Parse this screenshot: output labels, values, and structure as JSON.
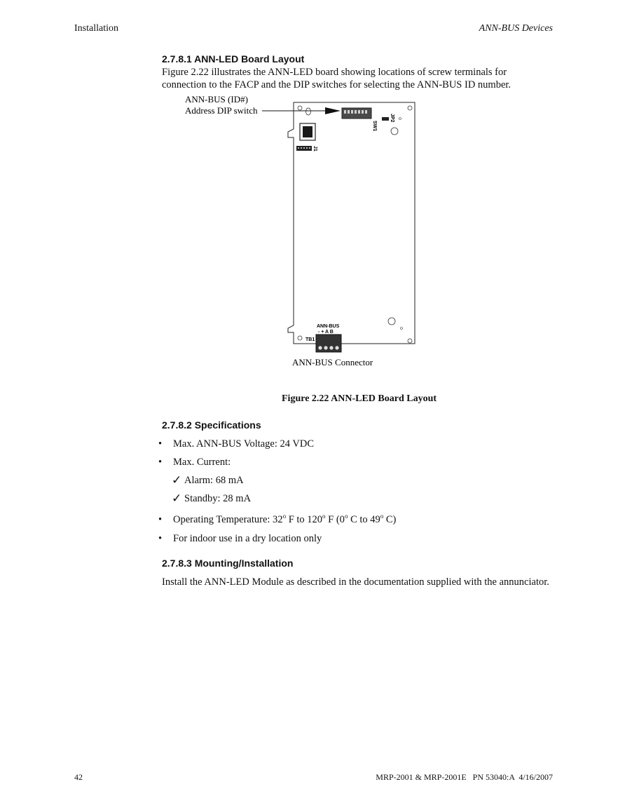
{
  "header": {
    "left": "Installation",
    "right": "ANN-BUS Devices"
  },
  "section_1": {
    "heading": "2.7.8.1 ANN-LED Board Layout",
    "para_line1": "Figure 2.22 illustrates the ANN-LED board showing locations of screw terminals for",
    "para_line2": "connection to the FACP and the DIP switches for selecting the ANN-BUS ID number."
  },
  "figure": {
    "callout_dip_line1": "ANN-BUS (ID#)",
    "callout_dip_line2": "Address DIP switch",
    "callout_connector": "ANN-BUS Connector",
    "board_labels": {
      "sw1": "SW1",
      "jp2": "JP2",
      "j1": "J1",
      "tb1": "TB1",
      "annbus": "ANN-BUS",
      "terminals": "-  +  A  B"
    },
    "caption": "Figure 2.22 ANN-LED Board Layout"
  },
  "section_2": {
    "heading": "2.7.8.2 Specifications",
    "bullet_mark": "•",
    "check_mark": "✓",
    "spec_voltage": "Max. ANN-BUS Voltage: 24 VDC",
    "spec_current": "Max. Current:",
    "sub_alarm": "Alarm: 68 mA",
    "sub_standby": "Standby: 28 mA",
    "temp": {
      "prefix": "Operating Temperature: 32",
      "sup": "o",
      "part2": " F to 120",
      "part3": " F (0",
      "part4": " C to 49",
      "part5": " C)"
    },
    "spec_indoor": "For indoor use in a dry location only"
  },
  "section_3": {
    "heading": "2.7.8.3 Mounting/Installation",
    "para": "Install the ANN-LED Module as described in the documentation supplied with the annunciator."
  },
  "footer": {
    "page_number": "42",
    "doc_ref": "MRP-2001 & MRP-2001E   PN 53040:A  4/16/2007"
  }
}
